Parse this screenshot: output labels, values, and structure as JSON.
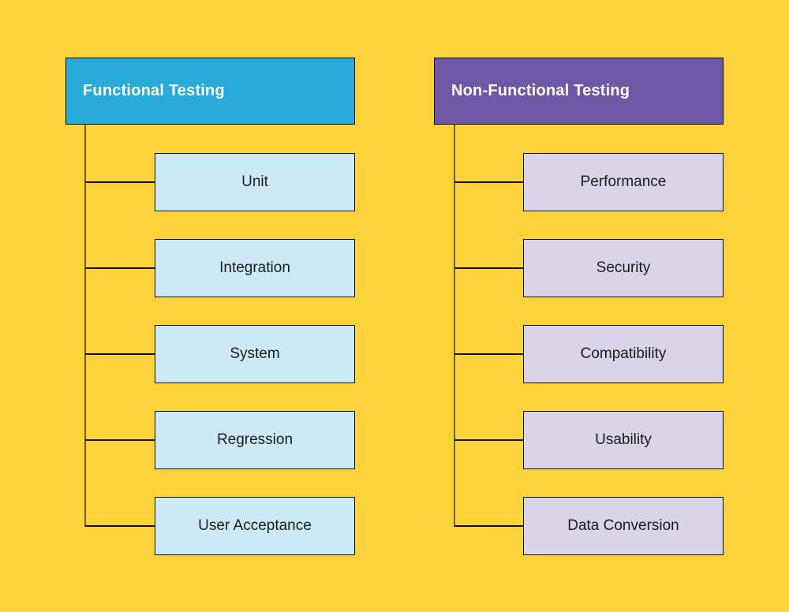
{
  "theme": {
    "colors": {
      "canvas-bg": "#FDD33C",
      "functional-header-fill": "#29ABD9",
      "nonfunctional-header-fill": "#6E58A6",
      "functional-child-fill": "#CBE9F6",
      "nonfunctional-child-fill": "#D9D4E7",
      "node-border": "#0D0D0D",
      "branch-line": "#141414",
      "trunk-line": "rgba(0,0,0,0.55)",
      "header-text": "#FFFFFF",
      "child-text": "#1C1C1C"
    }
  },
  "diagram": {
    "type": "tree",
    "columns": [
      {
        "header": {
          "label": "Functional Testing"
        },
        "children": [
          {
            "label": "Unit"
          },
          {
            "label": "Integration"
          },
          {
            "label": "System"
          },
          {
            "label": "Regression"
          },
          {
            "label": "User Acceptance"
          }
        ]
      },
      {
        "header": {
          "label": "Non-Functional Testing"
        },
        "children": [
          {
            "label": "Performance"
          },
          {
            "label": "Security"
          },
          {
            "label": "Compatibility"
          },
          {
            "label": "Usability"
          },
          {
            "label": "Data Conversion"
          }
        ]
      }
    ]
  }
}
